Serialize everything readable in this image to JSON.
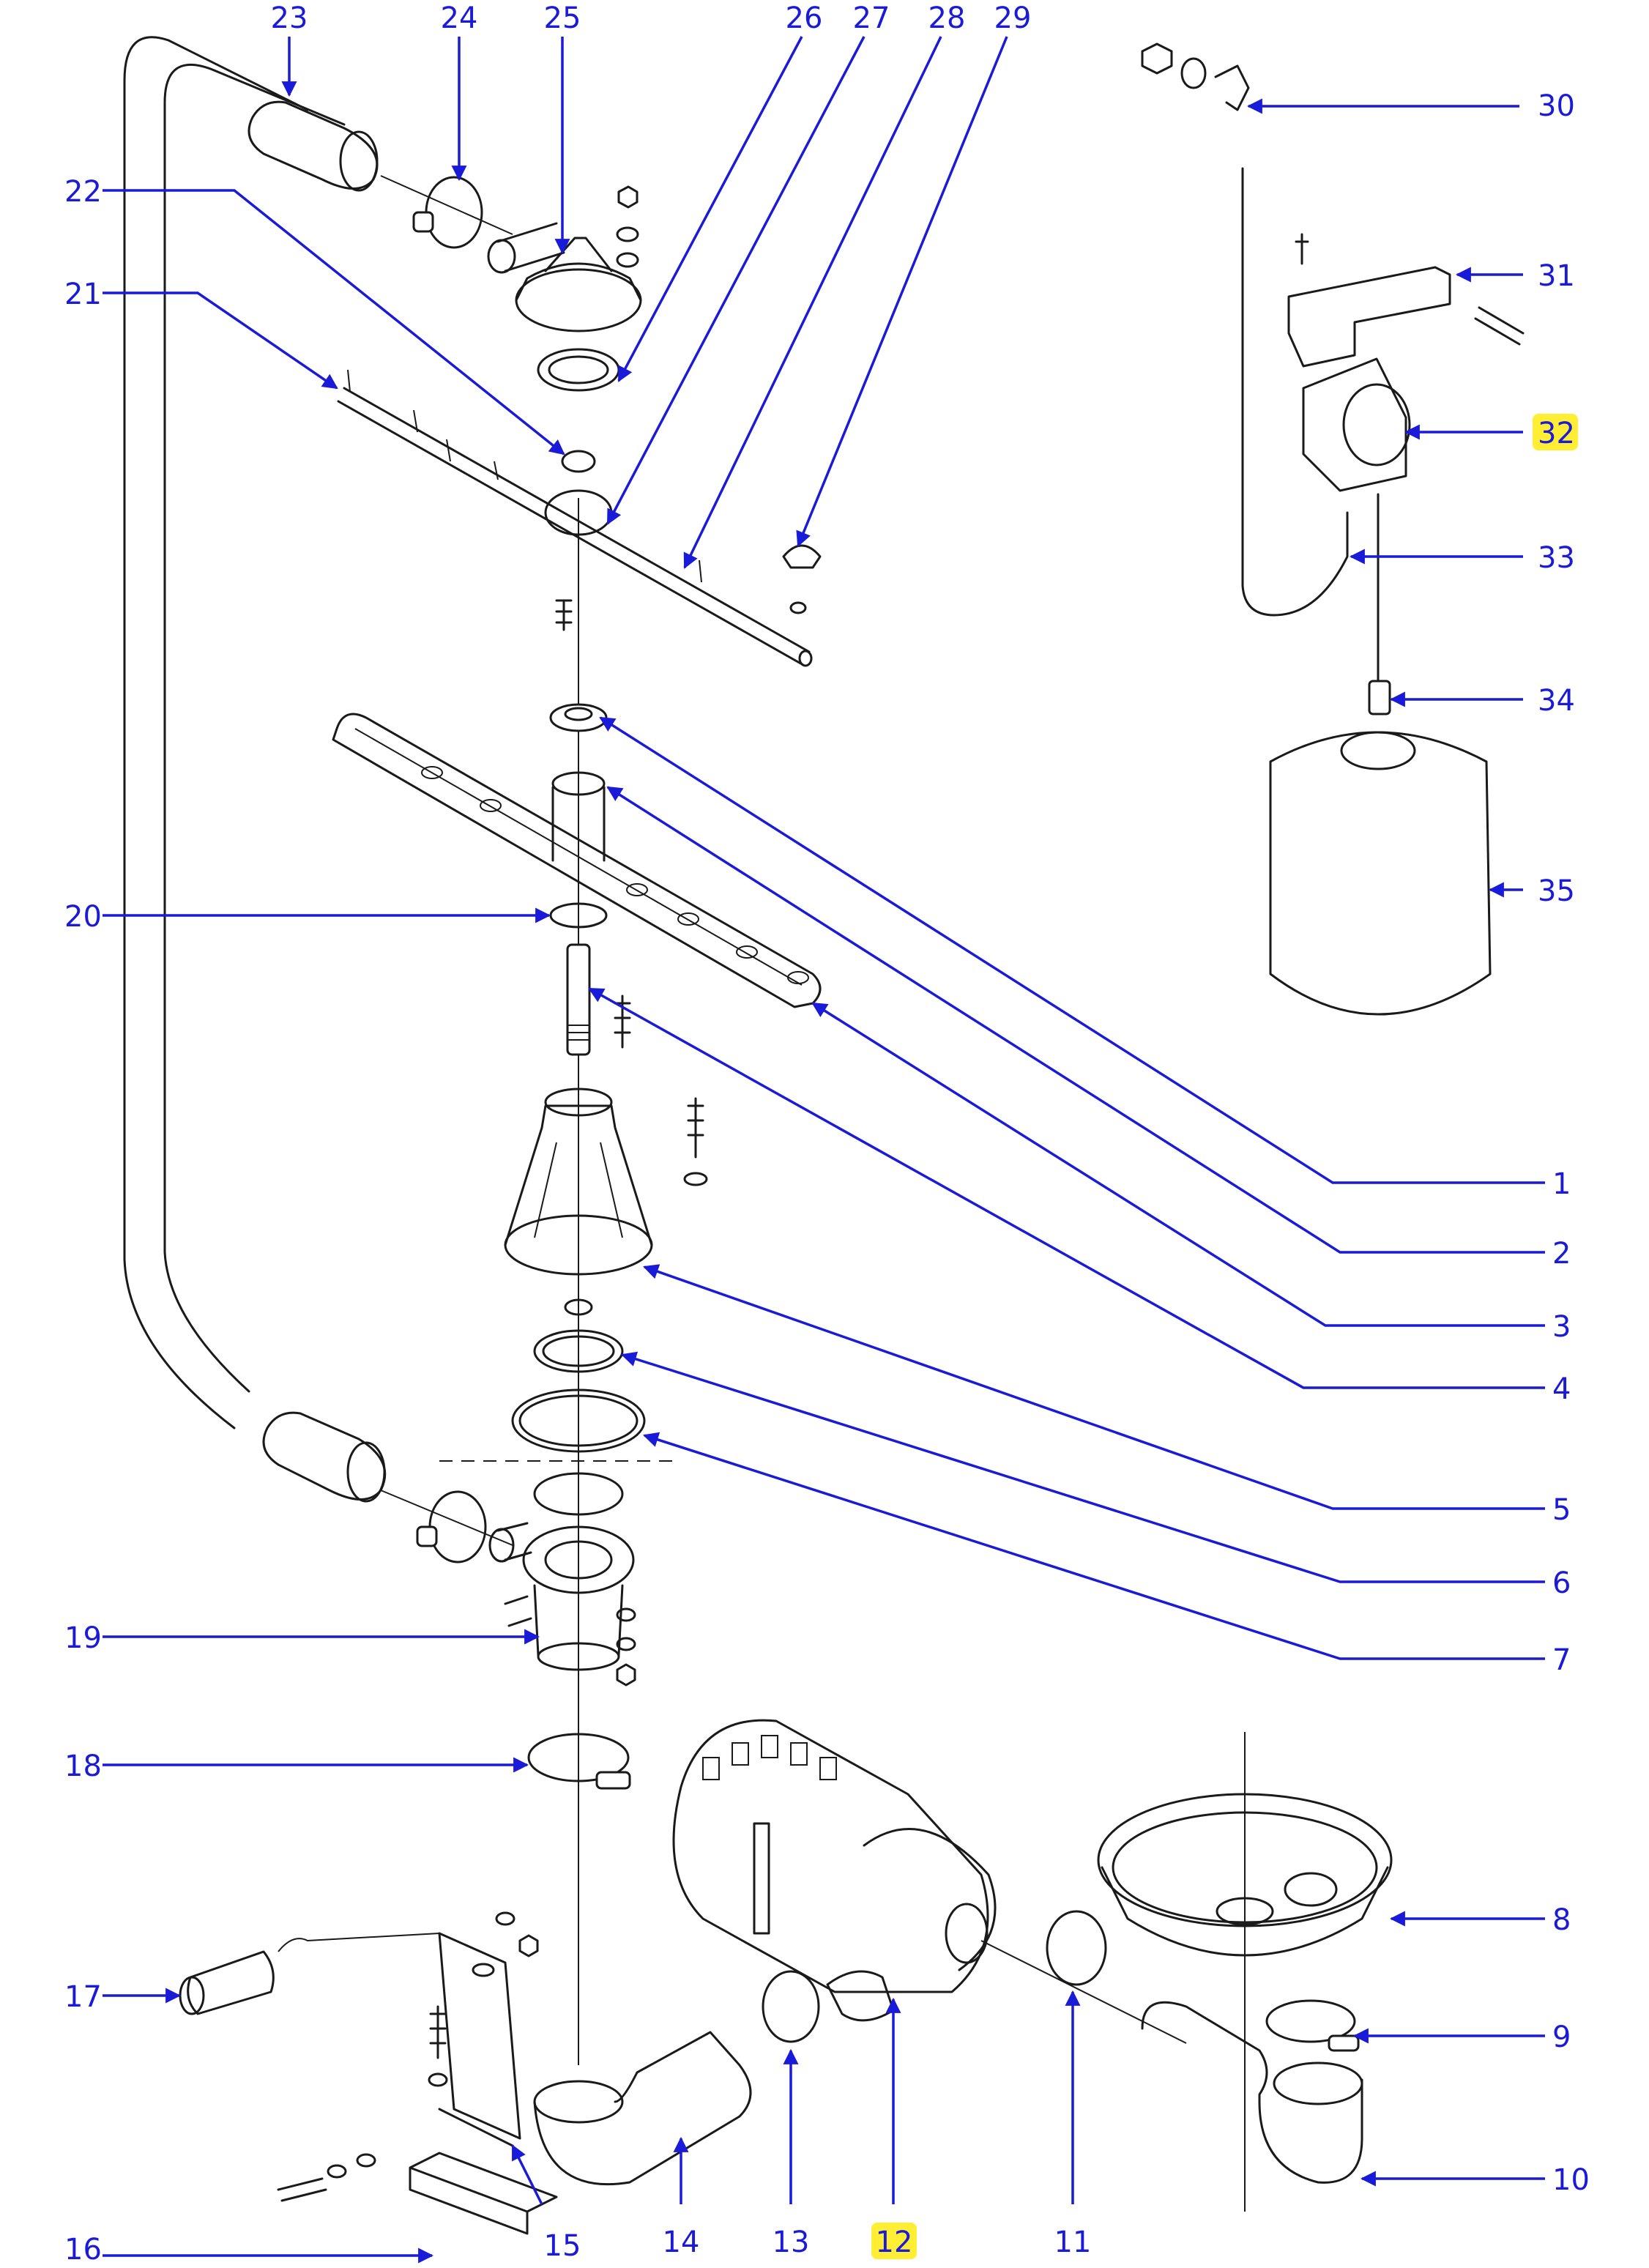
{
  "callouts": [
    {
      "id": "1",
      "text": "1"
    },
    {
      "id": "2",
      "text": "2"
    },
    {
      "id": "3",
      "text": "3"
    },
    {
      "id": "4",
      "text": "4"
    },
    {
      "id": "5",
      "text": "5"
    },
    {
      "id": "6",
      "text": "6"
    },
    {
      "id": "7",
      "text": "7"
    },
    {
      "id": "8",
      "text": "8"
    },
    {
      "id": "9",
      "text": "9"
    },
    {
      "id": "10",
      "text": "10"
    },
    {
      "id": "11",
      "text": "11"
    },
    {
      "id": "12",
      "text": "12",
      "highlighted": true
    },
    {
      "id": "13",
      "text": "13"
    },
    {
      "id": "14",
      "text": "14"
    },
    {
      "id": "15",
      "text": "15"
    },
    {
      "id": "16",
      "text": "16"
    },
    {
      "id": "17",
      "text": "17"
    },
    {
      "id": "18",
      "text": "18"
    },
    {
      "id": "19",
      "text": "19"
    },
    {
      "id": "20",
      "text": "20"
    },
    {
      "id": "21",
      "text": "21"
    },
    {
      "id": "22",
      "text": "22"
    },
    {
      "id": "23",
      "text": "23"
    },
    {
      "id": "24",
      "text": "24"
    },
    {
      "id": "25",
      "text": "25"
    },
    {
      "id": "26",
      "text": "26"
    },
    {
      "id": "27",
      "text": "27"
    },
    {
      "id": "28",
      "text": "28"
    },
    {
      "id": "29",
      "text": "29"
    },
    {
      "id": "30",
      "text": "30"
    },
    {
      "id": "31",
      "text": "31"
    },
    {
      "id": "32",
      "text": "32",
      "highlighted": true
    },
    {
      "id": "33",
      "text": "33"
    },
    {
      "id": "34",
      "text": "34"
    },
    {
      "id": "35",
      "text": "35"
    }
  ],
  "colors": {
    "leader": "#1a1ad9",
    "line_art": "#1a1a1a",
    "highlight": "#ffee33"
  }
}
